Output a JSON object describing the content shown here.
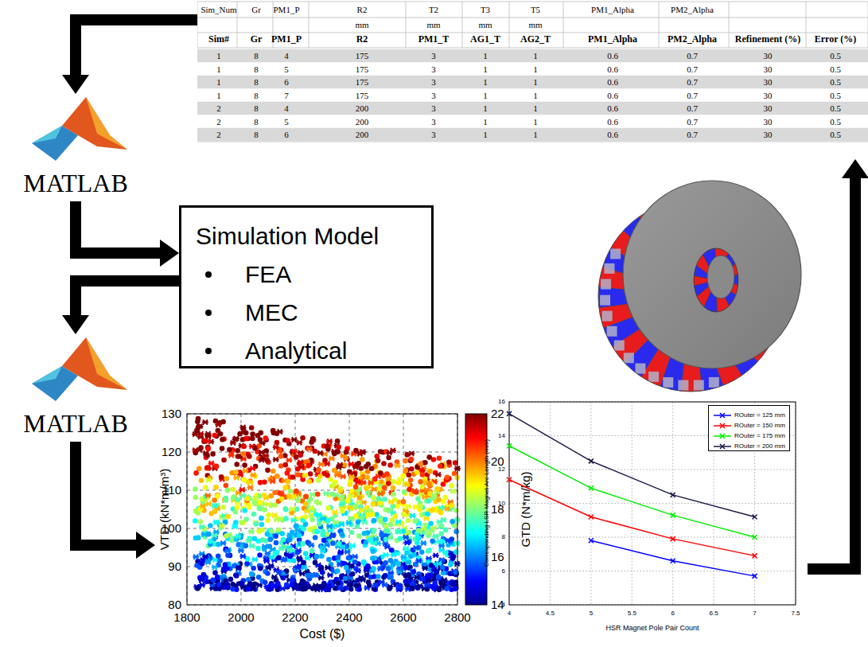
{
  "diagram": {
    "nodes": [
      {
        "text": [
          "Sim_Num",
          "Gr",
          "PM1_P",
          "R2",
          "T2",
          "T3",
          "T5",
          "PM1_Alpha",
          "PM2_Alpha",
          "mm",
          "mm",
          "mm",
          "mm",
          "Sim#",
          "Gr",
          "PM1_P",
          "R2",
          "PM1_T",
          "AG1_T",
          "AG2_T",
          "PM1_Alpha",
          "PM2_Alpha",
          "Refinement (%)",
          "Error (%)",
          "1",
          "8",
          "4",
          "175",
          "3",
          "1",
          "1",
          "0.6",
          "0.7",
          "30",
          "0.5",
          "1",
          "8",
          "5",
          "175",
          "3",
          "1",
          "1",
          "0.6",
          "0.7",
          "30",
          "0.5",
          "1",
          "8",
          "6",
          "175",
          "3",
          "1",
          "1",
          "0.6",
          "0.7",
          "30",
          "0.5",
          "1",
          "8",
          "7",
          "175",
          "3",
          "1",
          "1",
          "0.6",
          "0.7",
          "30",
          "0.5",
          "2",
          "8",
          "4",
          "200",
          "3",
          "1",
          "1",
          "0.6",
          "0.7",
          "30",
          "0.5",
          "2",
          "8",
          "5",
          "200",
          "3",
          "1",
          "1",
          "0.6",
          "0.7",
          "30",
          "0.5",
          "2",
          "8",
          "6",
          "200",
          "3",
          "1",
          "1",
          "0.6",
          "0.7",
          "30",
          "0.5"
        ]
      },
      {
        "text": [
          "MATLAB"
        ]
      },
      {
        "text": [
          "Simulation Model",
          "FEA",
          "MEC",
          "Analytical"
        ]
      },
      {
        "text": [
          "MATLAB"
        ]
      },
      {
        "text": [
          "VTD (kN*m/m³)",
          "Cost ($)",
          "GTD (N*m/kg)",
          "130",
          "120",
          "110",
          "100",
          "90",
          "80",
          "1800",
          "2000",
          "2200",
          "2400",
          "2600",
          "2800",
          "22",
          "20",
          "18",
          "16",
          "14"
        ]
      },
      {
        "text": [
          "Corresponding LSR Magnet Arc Length (mm)",
          "HSR Magnet Pole Pair Count",
          "16",
          "14",
          "12",
          "10",
          "8",
          "6",
          "4",
          "4",
          "4.5",
          "5",
          "5.5",
          "6",
          "6.5",
          "7",
          "7.5"
        ]
      }
    ],
    "edges": [
      {
        "from": 0,
        "to": 1,
        "arrow": "to"
      },
      {
        "from": 1,
        "to": 2,
        "arrow": "to"
      },
      {
        "from": 2,
        "to": 3,
        "arrow": "to"
      },
      {
        "from": 3,
        "to": 4,
        "arrow": "to"
      },
      {
        "from": 5,
        "to": 0,
        "arrow": "to"
      }
    ],
    "legend": [
      {
        "text": "ROuter = 125 mm"
      },
      {
        "text": "ROuter = 150 mm"
      },
      {
        "text": "ROuter = 175 mm"
      },
      {
        "text": "ROuter = 200 mm"
      }
    ]
  }
}
